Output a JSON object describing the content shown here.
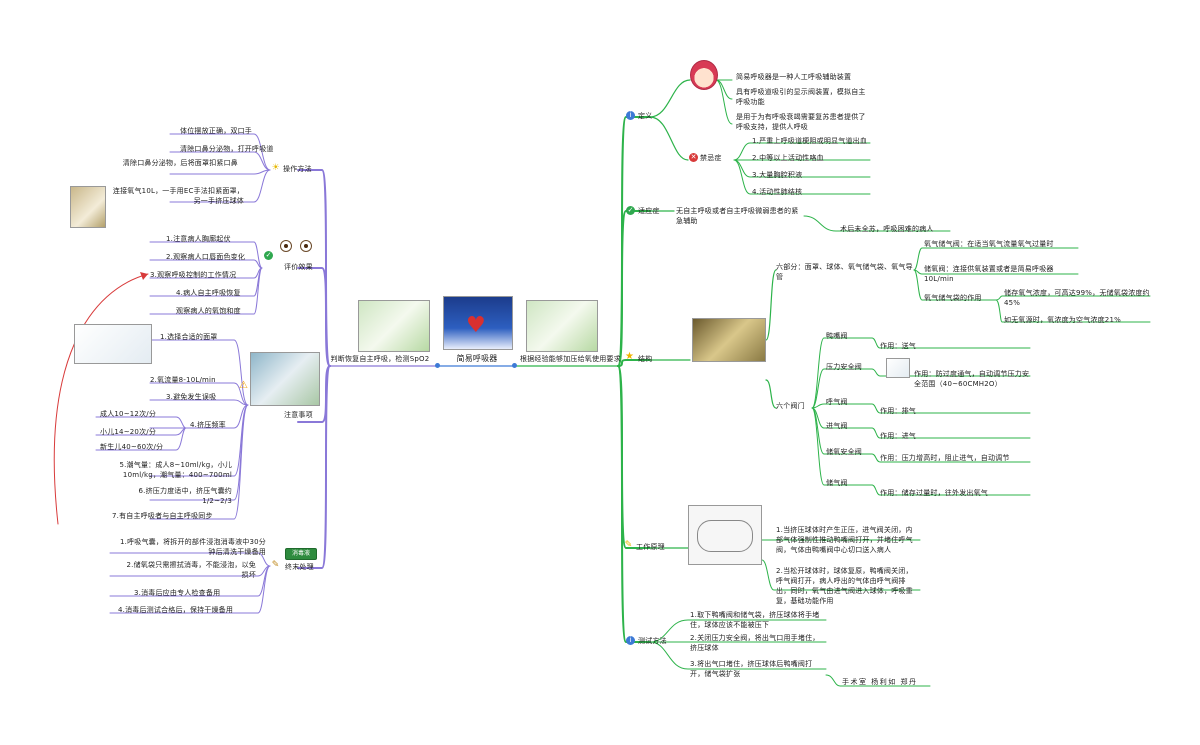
{
  "center": {
    "title": "简易呼吸器",
    "left_label": "判断恢复自主呼吸，检测SpO2",
    "right_label": "根据经验能够加压给氧使用要求"
  },
  "right": {
    "definition": {
      "title": "定义",
      "items": [
        "简易呼吸器是一种人工呼吸辅助装置",
        "具有呼吸道吸引的显示阀装置，模拟自主呼吸功能",
        "是用于为有呼吸衰竭需要复苏患者提供了呼吸支持，提供人呼吸"
      ],
      "contra_title": "禁忌症",
      "contra": [
        "1.严重上呼吸道梗阻或明显气道出血",
        "2.中等以上活动性咯血",
        "3.大量胸腔积液",
        "4.活动性肺结核"
      ]
    },
    "indication": {
      "title": "适应症",
      "item1": "无自主呼吸或者自主呼吸微弱患者的紧急辅助",
      "item2": "术后未全苏，呼吸困难的病人"
    },
    "structure": {
      "title": "结构",
      "parts_label": "六部分：面罩、球体、氧气储气袋、氧气导管",
      "parts": [
        "氧气储气阀：在适当氧气流量氧气过量时",
        "储氧阀：连接供氧装置或者是简易呼吸器 10L/min",
        "氧气储气袋的作用"
      ],
      "bag_effect": [
        "储存氧气浓度，可高达99%，无储氧袋浓度约45%",
        "如无氧源时，氧浓度为空气浓度21%"
      ],
      "valves_label": "六个阀门",
      "valves": [
        {
          "name": "鸭嘴阀",
          "effect": "作用：送气"
        },
        {
          "name": "压力安全阀",
          "effect": "作用：防过度通气，自动调节压力安全范围（40~60CMH2O）"
        },
        {
          "name": "呼气阀",
          "effect": "作用：排气"
        },
        {
          "name": "进气阀",
          "effect": "作用：进气"
        },
        {
          "name": "储氧安全阀",
          "effect": "作用：压力增高时，阻止进气，自动调节"
        },
        {
          "name": "储气阀",
          "effect": "作用：储存过量时，往外发出氧气"
        }
      ]
    },
    "principle": {
      "title": "工作原理",
      "items": [
        "1.当挤压球体时产生正压，进气阀关闭，内部气体强制性推动鸭嘴阀打开，并堵住呼气阀，气体由鸭嘴阀中心切口送入病人",
        "2.当松开球体时，球体复原，鸭嘴阀关闭，呼气阀打开，病人呼出的气体由呼气阀排出，同时，氧气由进气阀进入球体，呼吸重复，基础功能作用"
      ]
    },
    "testing": {
      "title": "测试方法",
      "items": [
        "1.取下鸭嘴阀和储气袋，挤压球体将手堵住，球体应该不能被压下",
        "2.关闭压力安全阀，将出气口用手堵住，挤压球体",
        "3.将出气口堵住，挤压球体后鸭嘴阀打开，储气袋扩张"
      ],
      "signature": "手术室 杨利如 郑丹"
    }
  },
  "left": {
    "operation": {
      "title": "操作方法",
      "items": [
        "体位摆放正确，双口手",
        "清除口鼻分泌物，打开呼吸道",
        "清除口鼻分泌物，后将面罩扣紧口鼻",
        "连接氧气10L，一手用EC手法扣紧面罩，另一手挤压球体"
      ]
    },
    "evaluation": {
      "title": "评价效果",
      "items": [
        "1.注意病人胸廓起伏",
        "2.观察病人口唇面色变化",
        "3.观察呼吸控制的工作情况",
        "4.病人自主呼吸恢复",
        "观察病人的氧饱和度"
      ]
    },
    "attention": {
      "title": "注意事项",
      "items": [
        "1.选择合适的面罩",
        "2.氧流量8-10L/min",
        "3.避免发生误吸",
        "4.挤压频率",
        "5.潮气量：成人8~10ml/kg，小儿10ml/kg，潮气量：400~700ml",
        "6.挤压力度适中，挤压气囊约1/2~2/3",
        "7.有自主呼吸者与自主呼吸同步"
      ],
      "rates": [
        "成人10~12次/分",
        "小儿14~20次/分",
        "新生儿40~60次/分"
      ]
    },
    "cleaning": {
      "title": "终末处理",
      "badge": "消毒液",
      "items": [
        "1.呼吸气囊，将拆开的部件浸泡消毒液中30分钟后清洗干燥备用",
        "2.储氧袋只需擦拭消毒，不能浸泡，以免损坏",
        "3.消毒后应由专人检查备用",
        "4.消毒后测试合格后，保持干燥备用"
      ]
    }
  },
  "colors": {
    "right_branch": "#2db34a",
    "left_branch": "#8a78d8",
    "accent_red": "#d83a3a",
    "hub": "#3d7ad6"
  }
}
